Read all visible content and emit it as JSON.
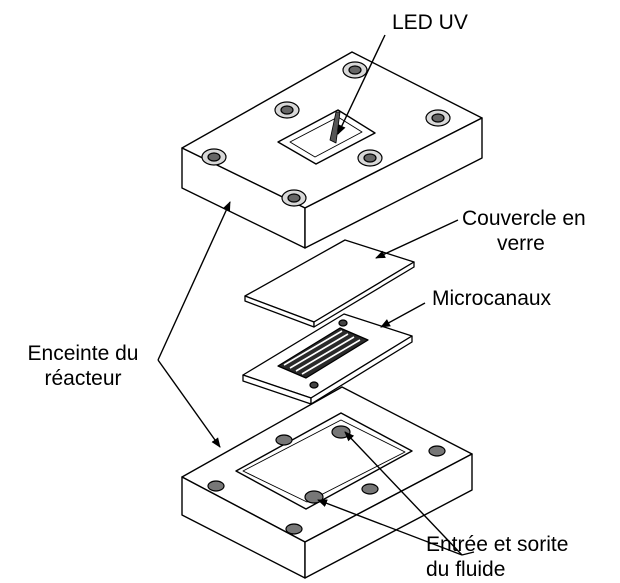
{
  "labels": {
    "led": "LED UV",
    "cover_line1": "Couvercle en",
    "cover_line2": "verre",
    "channels": "Microcanaux",
    "enclosure_line1": "Enceinte du",
    "enclosure_line2": "réacteur",
    "fluid_line1": "Entrée et sorite",
    "fluid_line2": "du fluide"
  },
  "colors": {
    "stroke": "#000000",
    "fill": "#ffffff",
    "shade": "#b5b5b5",
    "dark": "#2a2a2a"
  }
}
